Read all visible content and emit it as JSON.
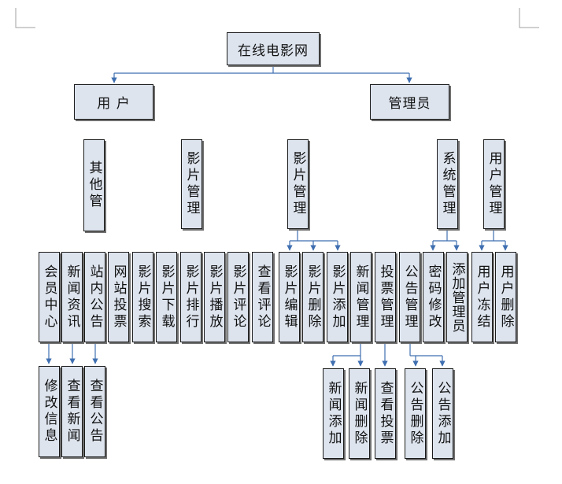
{
  "colors": {
    "box_fill": "#dde4ee",
    "box_border": "#1b1b1b",
    "connector": "#3f6fb0",
    "corner_mark": "#a0a0a0"
  },
  "top": {
    "root": "在线电影网"
  },
  "roles": {
    "user": "用 户",
    "admin": "管理员"
  },
  "groups": {
    "other": "其他管",
    "film_user": "影片管理",
    "film_admin": "影片管理",
    "system": "系统管理",
    "user_mgmt": "用户管理"
  },
  "leaves": {
    "member_center": "会员中心",
    "news_info": "新闻资讯",
    "site_notice": "站内公告",
    "site_vote": "网站投票",
    "film_search": "影片搜索",
    "film_download": "影片下载",
    "film_rank": "影片排行",
    "film_play": "影片播放",
    "film_review": "影片评论",
    "view_review": "查看评论",
    "film_edit": "影片编辑",
    "film_delete": "影片删除",
    "film_add": "影片添加",
    "news_mgmt": "新闻管理",
    "vote_mgmt": "投票管理",
    "notice_mgmt": "公告管理",
    "pwd_change": "密码修改",
    "add_admin": "添加管理员",
    "user_freeze": "用户冻结",
    "user_delete": "用户删除"
  },
  "sub": {
    "edit_info": "修改信息",
    "view_news": "查看新闻",
    "view_notice": "查看公告",
    "news_add": "新闻添加",
    "news_delete": "新闻删除",
    "view_vote": "查看投票",
    "notice_delete": "公告删除",
    "notice_add": "公告添加"
  }
}
